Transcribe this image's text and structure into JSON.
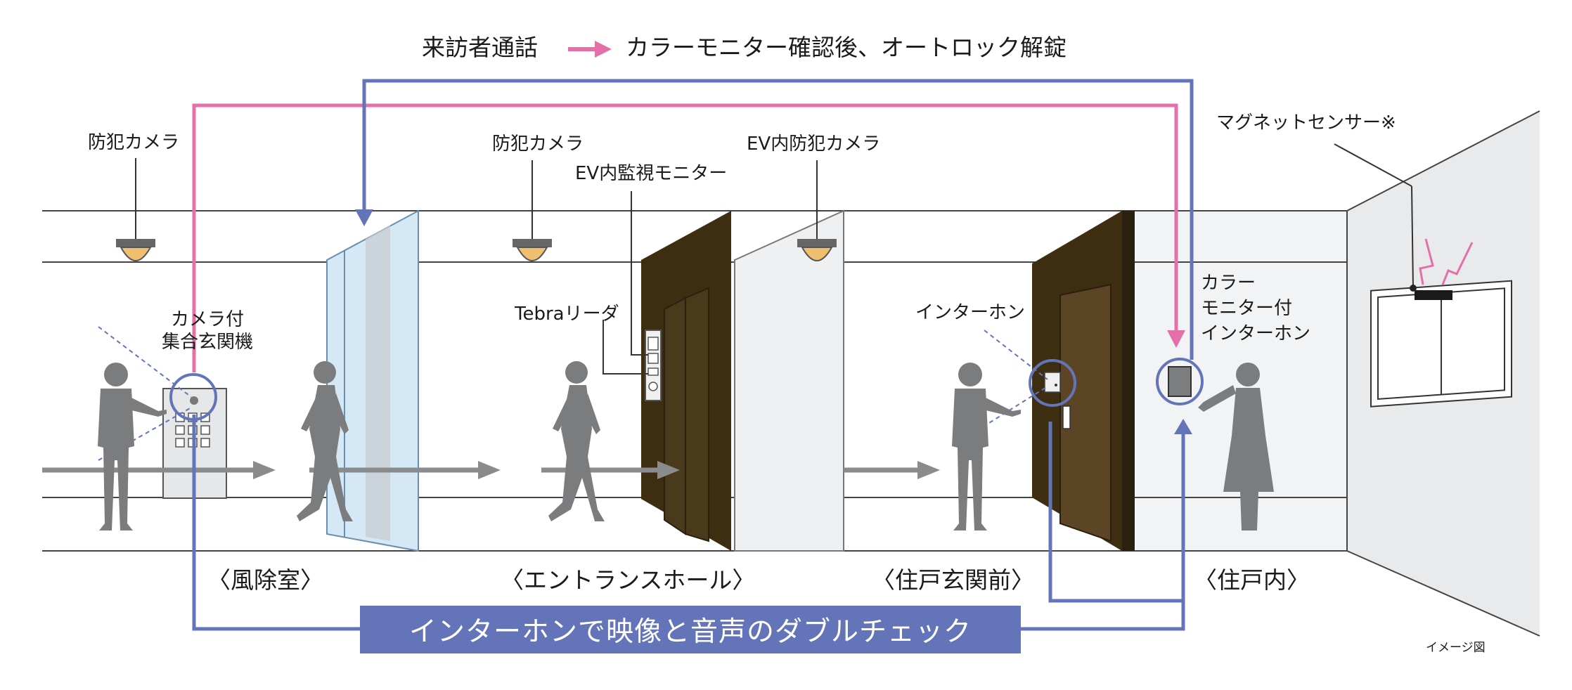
{
  "legend": {
    "left": "来訪者通話",
    "right": "カラーモニター確認後、オートロック解錠"
  },
  "labels": {
    "camera_1": "防犯カメラ",
    "camera_2": "防犯カメラ",
    "ev_camera": "EV内防犯カメラ",
    "ev_monitor": "EV内監視モニター",
    "tebra_reader": "Tebraリーダ",
    "panel_line1": "カメラ付",
    "panel_line2": "集合玄関機",
    "door_intercom": "インターホン",
    "monitor_line1": "カラー",
    "monitor_line2": "モニター付",
    "monitor_line3": "インターホン",
    "magnet_sensor": "マグネットセンサー※"
  },
  "zones": {
    "windbreak": "〈風除室〉",
    "entrance_hall": "〈エントランスホール〉",
    "front_door": "〈住戸玄関前〉",
    "inside_unit": "〈住戸内〉"
  },
  "banner": "インターホンで映像と音声のダブルチェック",
  "note": "イメージ図",
  "colors": {
    "pink": "#e56fa8",
    "blue": "#6474b8",
    "person": "#7b7c7e",
    "door": "#3d2e12",
    "door_inner": "#5b4525",
    "glass": "#d4e8f6",
    "wall": "#eeeff0",
    "flow_arrow": "#8a8b8d"
  }
}
